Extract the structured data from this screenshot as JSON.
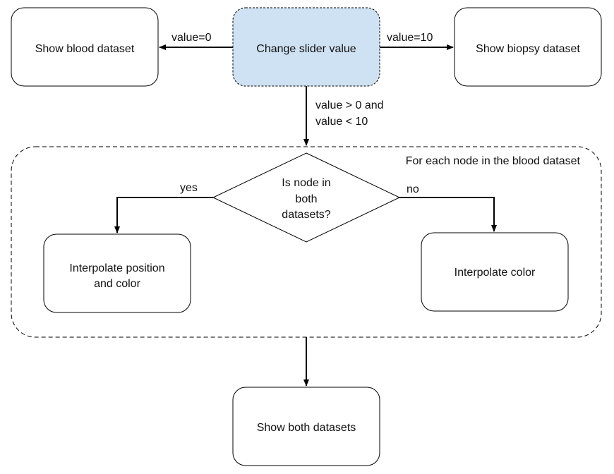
{
  "nodes": {
    "change_slider": "Change slider value",
    "show_blood": "Show blood dataset",
    "show_biopsy": "Show biopsy dataset",
    "decision": [
      "Is node in",
      "both",
      "datasets?"
    ],
    "interp_pos_color": [
      "Interpolate position",
      "and color"
    ],
    "interp_color": "Interpolate color",
    "show_both": "Show both datasets"
  },
  "group_label": "For each node in the blood dataset",
  "edges": {
    "value_zero": "value=0",
    "value_ten": "value=10",
    "value_between": [
      "value > 0 and",
      "value < 10"
    ],
    "yes": "yes",
    "no": "no"
  },
  "colors": {
    "highlight_fill": "#cfe2f3",
    "stroke": "#000000"
  }
}
